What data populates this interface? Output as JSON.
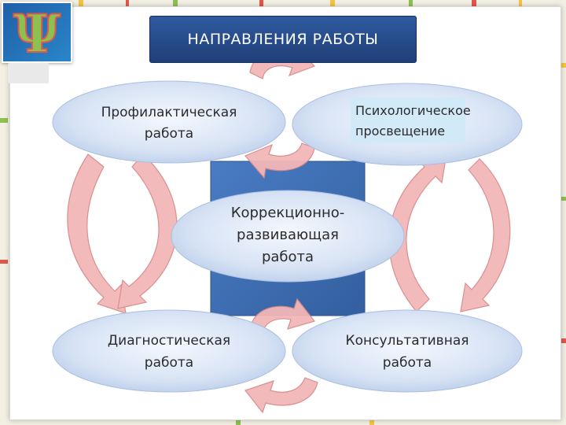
{
  "title": "НАПРАВЛЕНИЯ РАБОТЫ",
  "logo_symbol": "Ψ",
  "nodes": {
    "top_left": [
      "Профилактическая",
      "работа"
    ],
    "top_right": [
      "Психологическое",
      "просвещение"
    ],
    "center": [
      "Коррекционно-",
      "развивающая",
      "работа"
    ],
    "bottom_left": [
      "Диагностическая",
      "работа"
    ],
    "bottom_right": [
      "Консультативная",
      "работа"
    ]
  },
  "footer": "",
  "colors": {
    "title_bg": "#2f5aa0",
    "ellipse_fill": "#dbe6f6",
    "center_square": "#3e6db5",
    "arrow_fill": "#f2b7b7",
    "arrow_stroke": "#d98a8a",
    "highlight_box": "#cfe9f7"
  }
}
